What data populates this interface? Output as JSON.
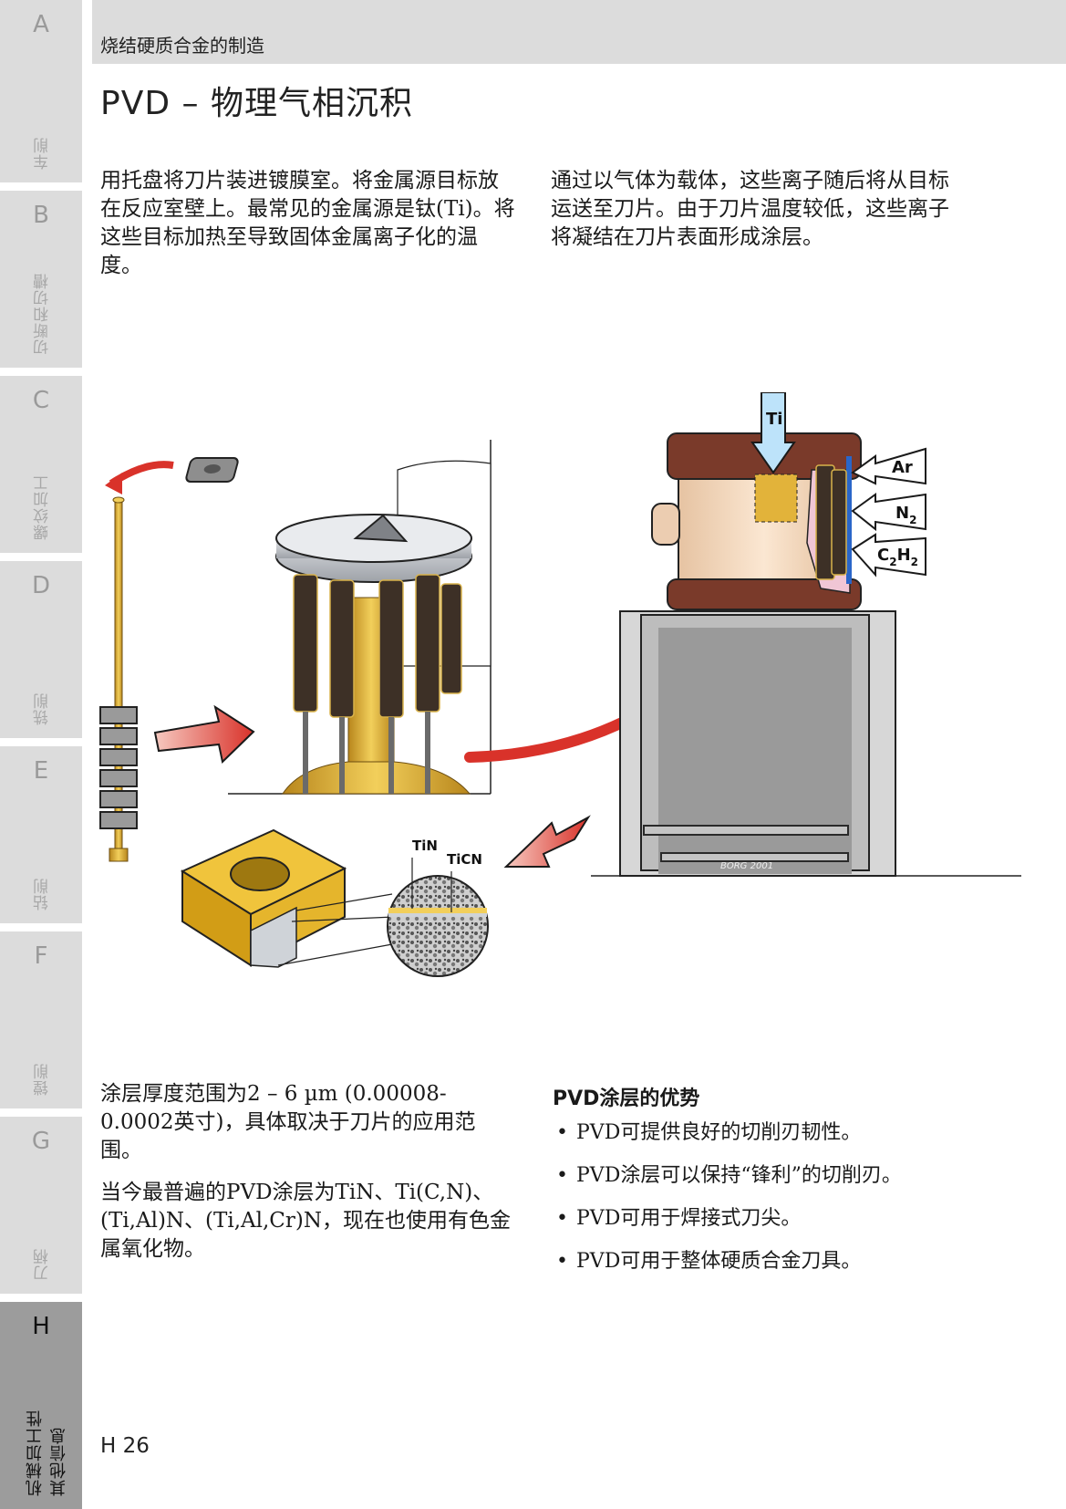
{
  "header": {
    "title": "烧结硬质合金的制造"
  },
  "page_title": "PVD – 物理气相沉积",
  "sidebar": {
    "tabs": [
      {
        "letter": "A",
        "label": "车削"
      },
      {
        "letter": "B",
        "label": "切断和切槽"
      },
      {
        "letter": "C",
        "label": "螺纹加工"
      },
      {
        "letter": "D",
        "label": "铣削"
      },
      {
        "letter": "E",
        "label": "钻削"
      },
      {
        "letter": "F",
        "label": "镗削"
      },
      {
        "letter": "G",
        "label": "刀柄"
      },
      {
        "letter": "H",
        "label": "机械加工性\n其他信息"
      }
    ]
  },
  "intro": {
    "left": "用托盘将刀片装进镀膜室。将金属源目标放在反应室壁上。最常见的金属源是钛(Ti)。将这些目标加热至导致固体金属离子化的温度。",
    "right": "通过以气体为载体，这些离子随后将从目标运送至刀片。由于刀片温度较低，这些离子将凝结在刀片表面形成涂层。"
  },
  "diagram": {
    "source_label": "Ti",
    "gas_labels": [
      "Ar",
      "N",
      "C",
      "H"
    ],
    "gas_subscripts": [
      "2",
      "2",
      "2"
    ],
    "layer_labels": [
      "TiN",
      "TiCN"
    ],
    "credit": "BORG 2001"
  },
  "bottom": {
    "left_p1": "涂层厚度范围为2 – 6 µm (0.00008-0.0002英寸)，具体取决于刀片的应用范围。",
    "left_p2": "当今最普遍的PVD涂层为TiN、Ti(C,N)、(Ti,Al)N、(Ti,Al,Cr)N，现在也使用有色金属氧化物。",
    "advantages_title": "PVD涂层的优势",
    "bullet_symbol": "•",
    "advantages": [
      "PVD可提供良好的切削刃韧性。",
      "PVD涂层可以保持“锋利”的切削刃。",
      "PVD可用于焊接式刀尖。",
      "PVD可用于整体硬质合金刀具。"
    ]
  },
  "page_number": "H 26",
  "colors": {
    "tab_grey": "#dcdcdc",
    "tab_active": "#9c9c9c",
    "arrow_red": "#d9322a",
    "gold": "#e2b33a",
    "coil": "#7a3a2a",
    "gas_blue": "#5bb4e8"
  }
}
